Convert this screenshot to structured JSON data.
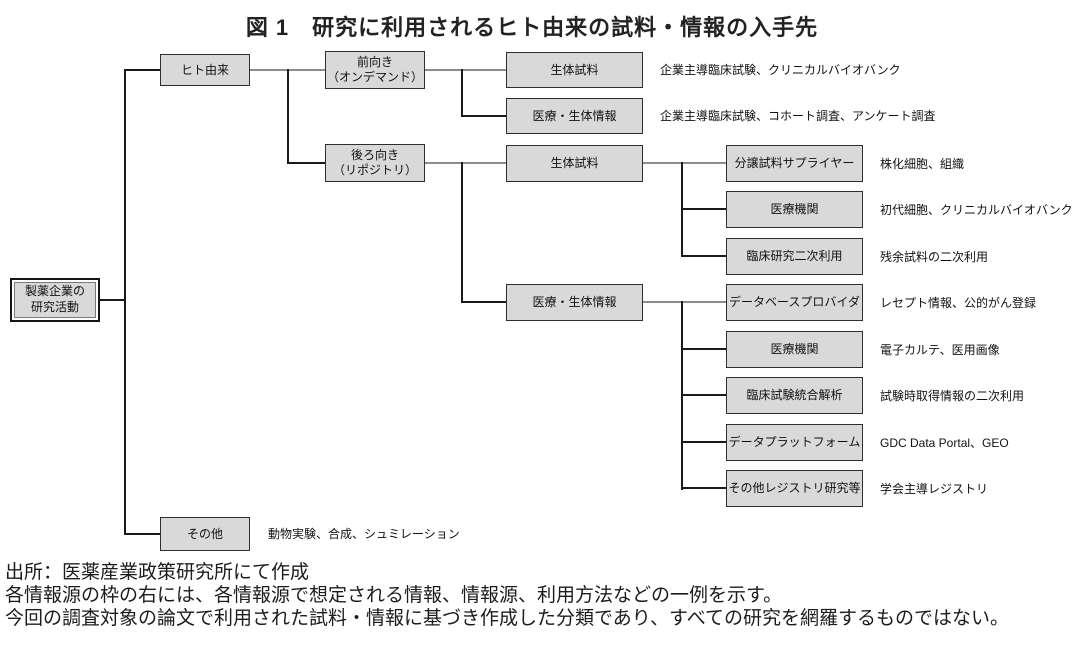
{
  "title": "図 1　研究に利用されるヒト由来の試料・情報の入手先",
  "colors": {
    "box_fill": "#d9d9d9",
    "box_border": "#2e2e2e",
    "line": "#1a1a1a",
    "line_gray": "#8c8c8c"
  },
  "tree": {
    "root": {
      "label": "製薬企業の\n研究活動"
    },
    "human": {
      "label": "ヒト由来"
    },
    "other": {
      "label": "その他",
      "note": "動物実験、合成、シュミレーション"
    },
    "prospective": {
      "label": "前向き\n（オンデマンド）"
    },
    "retrospective": {
      "label": "後ろ向き\n（リポジトリ）"
    },
    "pro_bio": {
      "label": "生体試料",
      "note": "企業主導臨床試験、クリニカルバイオバンク"
    },
    "pro_med": {
      "label": "医療・生体情報",
      "note": "企業主導臨床試験、コホート調査、アンケート調査"
    },
    "retro_bio": {
      "label": "生体試料"
    },
    "retro_med": {
      "label": "医療・生体情報"
    },
    "supplier": {
      "label": "分譲試料サプライヤー",
      "note": "株化細胞、組織"
    },
    "medical_inst_bio": {
      "label": "医療機関",
      "note": "初代細胞、クリニカルバイオバンク"
    },
    "clinical_secondary": {
      "label": "臨床研究二次利用",
      "note": "残余試料の二次利用"
    },
    "db_provider": {
      "label": "データベースプロバイダ",
      "note": "レセプト情報、公的がん登録"
    },
    "medical_inst_info": {
      "label": "医療機関",
      "note": "電子カルテ、医用画像"
    },
    "trial_meta": {
      "label": "臨床試験統合解析",
      "note": "試験時取得情報の二次利用"
    },
    "data_platform": {
      "label": "データプラットフォーム",
      "note": "GDC Data Portal、GEO"
    },
    "registry": {
      "label": "その他レジストリ研究等",
      "note": "学会主導レジストリ"
    }
  },
  "footer": {
    "line1": "出所：医薬産業政策研究所にて作成",
    "line2": "各情報源の枠の右には、各情報源で想定される情報、情報源、利用方法などの一例を示す。",
    "line3": "今回の調査対象の論文で利用された試料・情報に基づき作成した分類であり、すべての研究を網羅するものではない。"
  }
}
